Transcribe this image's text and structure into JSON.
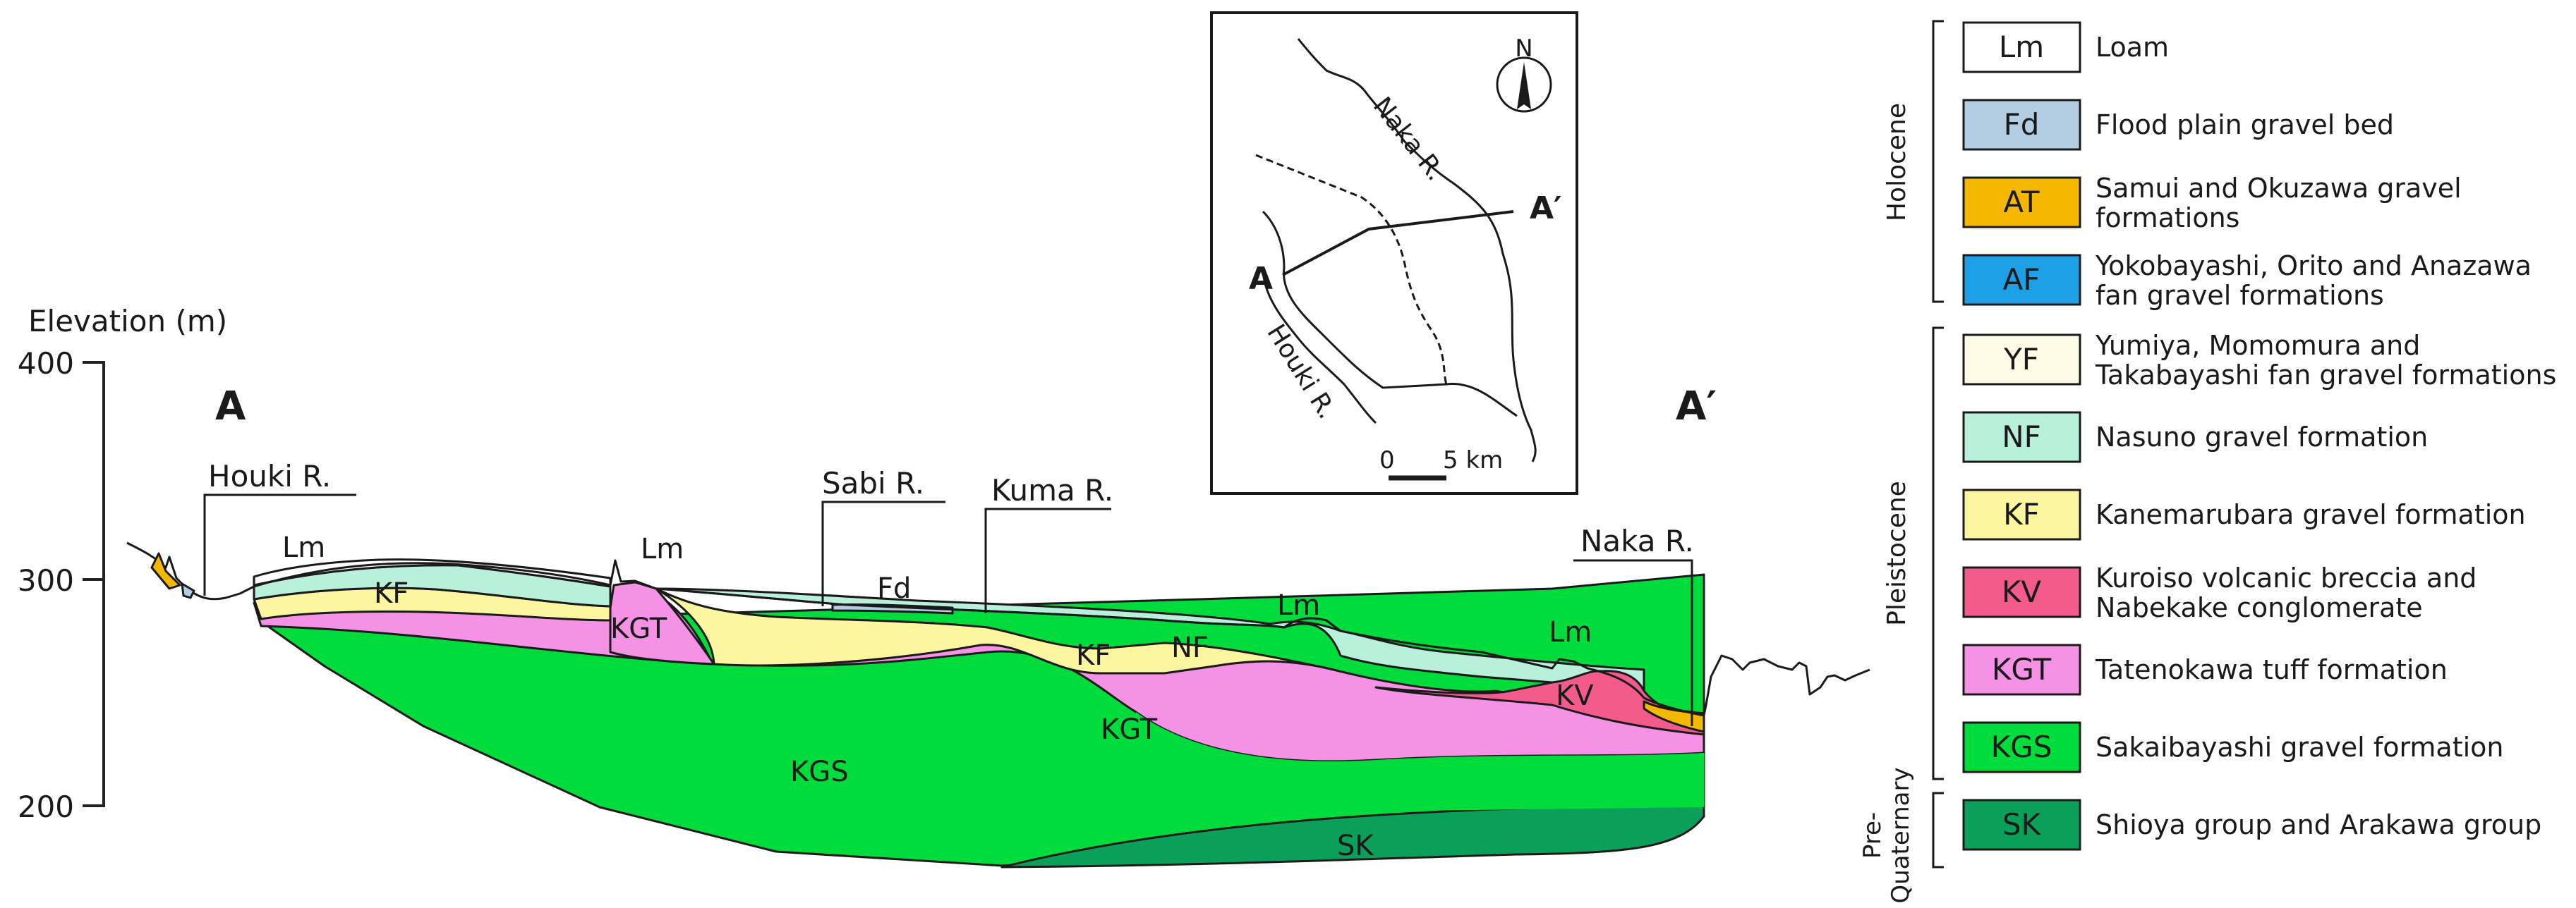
{
  "section": {
    "axis_title": "Elevation (m)",
    "ticks": [
      "400",
      "300",
      "200"
    ],
    "endpoint_left": "A",
    "endpoint_right": "A′",
    "river_labels": [
      "Houki R.",
      "Sabi R.",
      "Kuma R.",
      "Naka R."
    ],
    "unit_labels": {
      "lm1": "Lm",
      "lm2": "Lm",
      "lm3": "Lm",
      "lm4": "Lm",
      "kf1": "KF",
      "kf2": "KF",
      "kgt1": "KGT",
      "kgt2": "KGT",
      "kgs": "KGS",
      "sk": "SK",
      "nf": "NF",
      "fd": "Fd",
      "kv": "KV"
    }
  },
  "inset_map": {
    "north_label": "N",
    "rivers": [
      "Naka R.",
      "Houki R."
    ],
    "point_a": "A",
    "point_a_prime": "A′",
    "scale_zero": "0",
    "scale_label": "5 km"
  },
  "legend": {
    "groups": [
      {
        "name": "Holocene"
      },
      {
        "name": "Pleistocene"
      },
      {
        "name": "Pre-\nQuaternary",
        "lines": [
          "Pre-",
          "Quaternary"
        ]
      }
    ],
    "items": [
      {
        "code": "Lm",
        "color": "#ffffff",
        "desc": [
          "Loam"
        ]
      },
      {
        "code": "Fd",
        "color": "#b3cde3",
        "desc": [
          "Flood plain gravel bed"
        ]
      },
      {
        "code": "AT",
        "color": "#f5b800",
        "desc": [
          "Samui and Okuzawa gravel",
          "formations"
        ]
      },
      {
        "code": "AF",
        "color": "#1ea0e6",
        "desc": [
          "Yokobayashi, Orito and Anazawa",
          "fan gravel formations"
        ]
      },
      {
        "code": "YF",
        "color": "#fdfbe6",
        "desc": [
          "Yumiya, Momomura and",
          "Takabayashi fan gravel formations"
        ]
      },
      {
        "code": "NF",
        "color": "#b8f0dc",
        "desc": [
          "Nasuno gravel formation"
        ]
      },
      {
        "code": "KF",
        "color": "#fdf6a0",
        "desc": [
          "Kanemarubara gravel formation"
        ]
      },
      {
        "code": "KV",
        "color": "#f45b8d",
        "desc": [
          "Kuroiso volcanic breccia and",
          "Nabekake conglomerate"
        ]
      },
      {
        "code": "KGT",
        "color": "#f592e6",
        "desc": [
          "Tatenokawa tuff formation"
        ]
      },
      {
        "code": "KGS",
        "color": "#00dc3c",
        "desc": [
          "Sakaibayashi gravel formation"
        ]
      },
      {
        "code": "SK",
        "color": "#0aa05a",
        "desc": [
          "Shioya group and Arakawa group"
        ]
      }
    ]
  }
}
